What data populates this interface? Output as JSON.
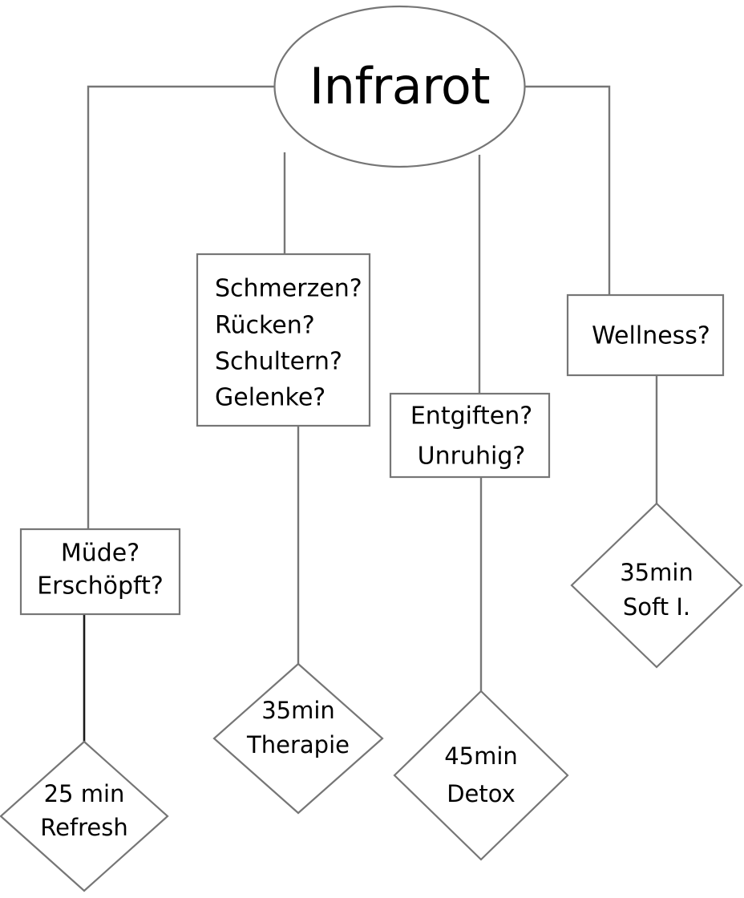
{
  "diagram": {
    "title": "Infrarot",
    "type": "decision-tree-flowchart",
    "language": "de",
    "colors": {
      "background": "#ffffff",
      "shape_stroke": "#767676",
      "connector": "#767676",
      "connector_highlight": "#1a1a1a",
      "text": "#000000"
    },
    "root": {
      "id": "root-infrarot",
      "shape": "ellipse",
      "label": "Infrarot"
    },
    "branches": [
      {
        "id": "branch-muede",
        "condition": {
          "id": "node-muede",
          "shape": "rectangle",
          "lines": [
            "Müde?",
            "Erschöpft?"
          ]
        },
        "outcome": {
          "id": "leaf-refresh",
          "shape": "diamond",
          "lines": [
            "25 min",
            "Refresh"
          ]
        }
      },
      {
        "id": "branch-schmerzen",
        "condition": {
          "id": "node-schmerzen",
          "shape": "rectangle",
          "lines": [
            "Schmerzen?",
            "Rücken?",
            "Schultern?",
            "Gelenke?"
          ]
        },
        "outcome": {
          "id": "leaf-therapie",
          "shape": "diamond",
          "lines": [
            "35min",
            "Therapie"
          ]
        }
      },
      {
        "id": "branch-entgiften",
        "condition": {
          "id": "node-entgiften",
          "shape": "rectangle",
          "lines": [
            "Entgiften?",
            "Unruhig?"
          ]
        },
        "outcome": {
          "id": "leaf-detox",
          "shape": "diamond",
          "lines": [
            "45min",
            "Detox"
          ]
        }
      },
      {
        "id": "branch-wellness",
        "condition": {
          "id": "node-wellness",
          "shape": "rectangle",
          "lines": [
            "Wellness?"
          ]
        },
        "outcome": {
          "id": "leaf-soft",
          "shape": "diamond",
          "lines": [
            "35min",
            "Soft I."
          ]
        }
      }
    ]
  }
}
